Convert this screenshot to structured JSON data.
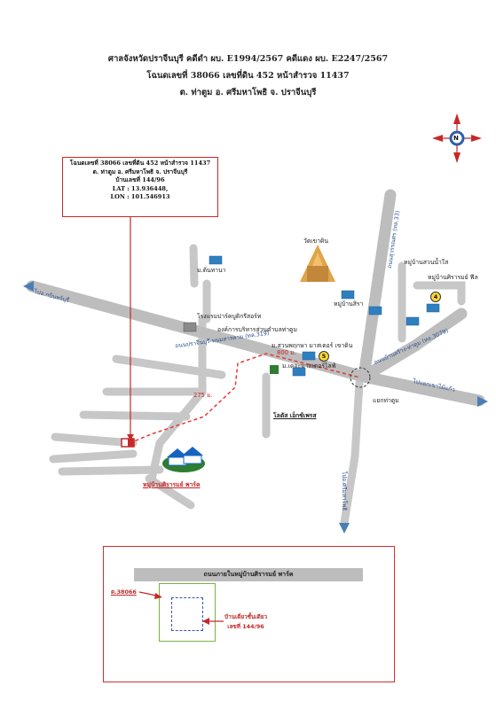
{
  "header": {
    "line1": "ศาลจังหวัดปราจีนบุรี คดีดำ ผบ. E1994/2567 คดีแดง ผบ. E2247/2567",
    "line2": "โฉนดเลขที่ 38066 เลขที่ดิน 452 หน้าสำรวจ 11437",
    "line3": "ต. ท่าตูม อ. ศรีมหาโพธิ จ. ปราจีนบุรี"
  },
  "compass": {
    "letter": "N"
  },
  "info_box": {
    "line1": "โฉนดเลขที่ 38066 เลขที่ดิน 452 หน้าสำรวจ 11437",
    "line2": "ต. ท่าตูม อ. ศรีมหาโพธิ จ. ปราจีนบุรี",
    "line3": "บ้านเลขที่ 144/96",
    "line4": "LAT : 13.936448,",
    "line5": "LON : 101.546913"
  },
  "places": {
    "wat": "วัดเขาดิน",
    "mu_khun_thana": "ม.ต้นทานา",
    "mu_ban_sira": "หมู่บ้านสิรา",
    "mu_ban_suan_nam_sai": "หมู่บ้านสวนน้ำใส",
    "mu_ban_sirarom_feel": "หมู่บ้านศิรารมย์ ฟีล",
    "hotel": "โรงแรมปาร์คบูติกรีสอร์ท",
    "obt": "องค์การบริหารส่วนตำบลท่าตูม",
    "suan_phruksa": "ม.สวนพฤกษา มาสเตอร์ เขาดิน",
    "de_ma": "ม.เดอะมาสเตอร์ไลฟ์",
    "lotus": "โลตัส เอ็กซ์เพรส",
    "junction": "แยกท่าตูม",
    "subject_village": "หมู่บ้านศิรารมย์ พาร์ค"
  },
  "roads": {
    "to_kabin": "ไปอ.กบินทร์บุรี",
    "to_prachin": "ไปแยกเขาไม้แก้ว",
    "to_si_maha_phot": "ไปอ.ศรีมหาโพธิ",
    "hwy_main": "ถนนปราจีนบุรี-พนมสารคาม (ทล.319)",
    "hwy_3079": "ถนนบ้านสร้าง-ท่าตูม (ทล.3079)",
    "hwy_top": "ถนนสุวรรณศร (ทล.33)"
  },
  "distances": {
    "d1": "800 ม.",
    "d2": "275 ม."
  },
  "badges": {
    "b4": "4",
    "b5": "5"
  },
  "inset": {
    "road": "ถนนภายในหมู่บ้านศิรารมย์ พาร์ค",
    "deed": "ต.38066",
    "house_l1": "บ้านเดี่ยวชั้นเดียว",
    "house_l2": "เลขที่ 144/96"
  },
  "colors": {
    "road": "#c7c7c7",
    "road_main": "#bdbdbd",
    "route": "#e53935",
    "box": "#c62828",
    "arrow": "#4a7fb5"
  }
}
